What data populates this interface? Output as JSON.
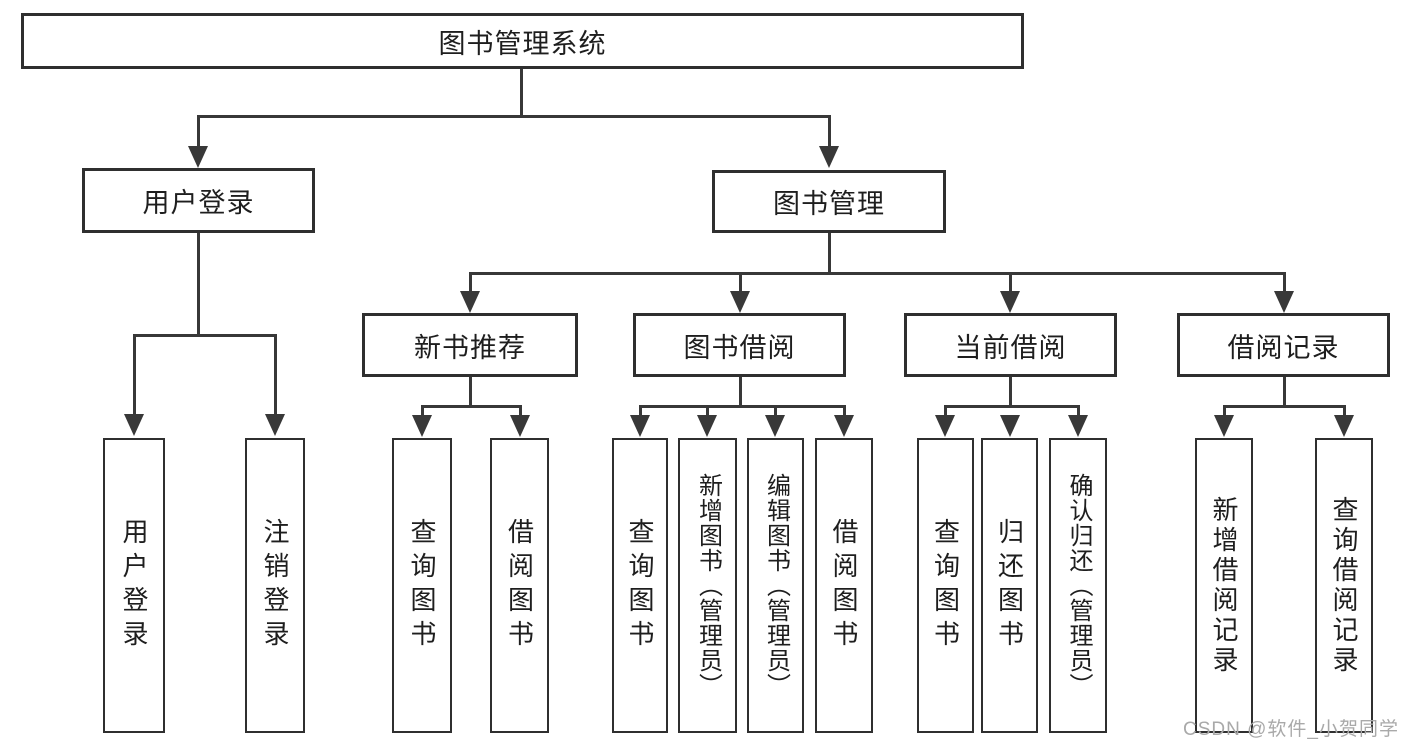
{
  "diagram": {
    "root": {
      "label": "图书管理系统"
    },
    "level2": {
      "user_login": {
        "label": "用户登录"
      },
      "book_mgmt": {
        "label": "图书管理"
      }
    },
    "level3": {
      "new_books": {
        "label": "新书推荐"
      },
      "book_borrow": {
        "label": "图书借阅"
      },
      "current_borrow": {
        "label": "当前借阅"
      },
      "borrow_records": {
        "label": "借阅记录"
      }
    },
    "leaves": {
      "login": {
        "label": "用户登录"
      },
      "logout": {
        "label": "注销登录"
      },
      "nb_query": {
        "label": "查询图书"
      },
      "nb_borrow": {
        "label": "借阅图书"
      },
      "bb_query": {
        "label": "查询图书"
      },
      "bb_add": {
        "label": "新增图书（管理员）"
      },
      "bb_edit": {
        "label": "编辑图书（管理员）"
      },
      "bb_borrow": {
        "label": "借阅图书"
      },
      "cb_query": {
        "label": "查询图书"
      },
      "cb_return": {
        "label": "归还图书"
      },
      "cb_confirm": {
        "label": "确认归还（管理员）"
      },
      "br_add": {
        "label": "新增借阅记录"
      },
      "br_query": {
        "label": "查询借阅记录"
      }
    },
    "watermark": {
      "text": "CSDN @软件_小贺同学"
    }
  }
}
